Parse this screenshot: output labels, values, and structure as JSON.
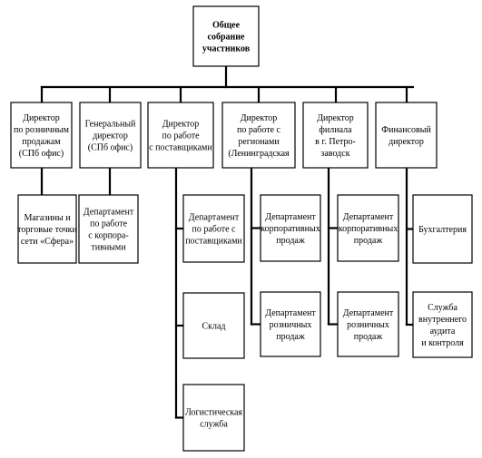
{
  "diagram": {
    "root": {
      "lines": [
        "Общее",
        "собрание",
        "участников"
      ]
    },
    "directors": [
      {
        "id": "retail",
        "lines": [
          "Директор",
          "по розничным",
          "продажам",
          "(СПб офис)"
        ]
      },
      {
        "id": "general",
        "lines": [
          "Генеральный",
          "директор",
          "(СПб офис)"
        ]
      },
      {
        "id": "suppliers",
        "lines": [
          "Директор",
          "по работе",
          "с поставщиками"
        ]
      },
      {
        "id": "regions",
        "lines": [
          "Директор",
          "по работе с",
          "регионами",
          "(Ленинградская"
        ]
      },
      {
        "id": "branch",
        "lines": [
          "Директор",
          "филиала",
          "в г. Петро-",
          "заводск"
        ]
      },
      {
        "id": "finance",
        "lines": [
          "Финансовый",
          "директор"
        ]
      }
    ],
    "units": [
      {
        "id": "stores",
        "parent": "retail",
        "lines": [
          "Магазины и",
          "торговые точки",
          "сети «Сфера»"
        ]
      },
      {
        "id": "corp-dept",
        "parent": "general",
        "lines": [
          "Департамент",
          "по работе",
          "с корпора-",
          "тивными"
        ]
      },
      {
        "id": "supplier-dept",
        "parent": "suppliers",
        "lines": [
          "Департамент",
          "по работе с",
          "поставщиками"
        ]
      },
      {
        "id": "warehouse",
        "parent": "suppliers",
        "lines": [
          "Склад"
        ]
      },
      {
        "id": "logistics",
        "parent": "suppliers",
        "lines": [
          "Логистическая",
          "служба"
        ]
      },
      {
        "id": "regions-corp",
        "parent": "regions",
        "lines": [
          "Департамент",
          "корпоративных",
          "продаж"
        ]
      },
      {
        "id": "regions-retail",
        "parent": "regions",
        "lines": [
          "Департамент",
          "розничных",
          "продаж"
        ]
      },
      {
        "id": "branch-corp",
        "parent": "branch",
        "lines": [
          "Департамент",
          "корпоративных",
          "продаж"
        ]
      },
      {
        "id": "branch-retail",
        "parent": "branch",
        "lines": [
          "Департамент",
          "розничных",
          "продаж"
        ]
      },
      {
        "id": "accounting",
        "parent": "finance",
        "lines": [
          "Бухгалтерия"
        ]
      },
      {
        "id": "audit",
        "parent": "finance",
        "lines": [
          "Служба",
          "внутреннего",
          "аудита",
          "и контроля"
        ]
      }
    ]
  }
}
